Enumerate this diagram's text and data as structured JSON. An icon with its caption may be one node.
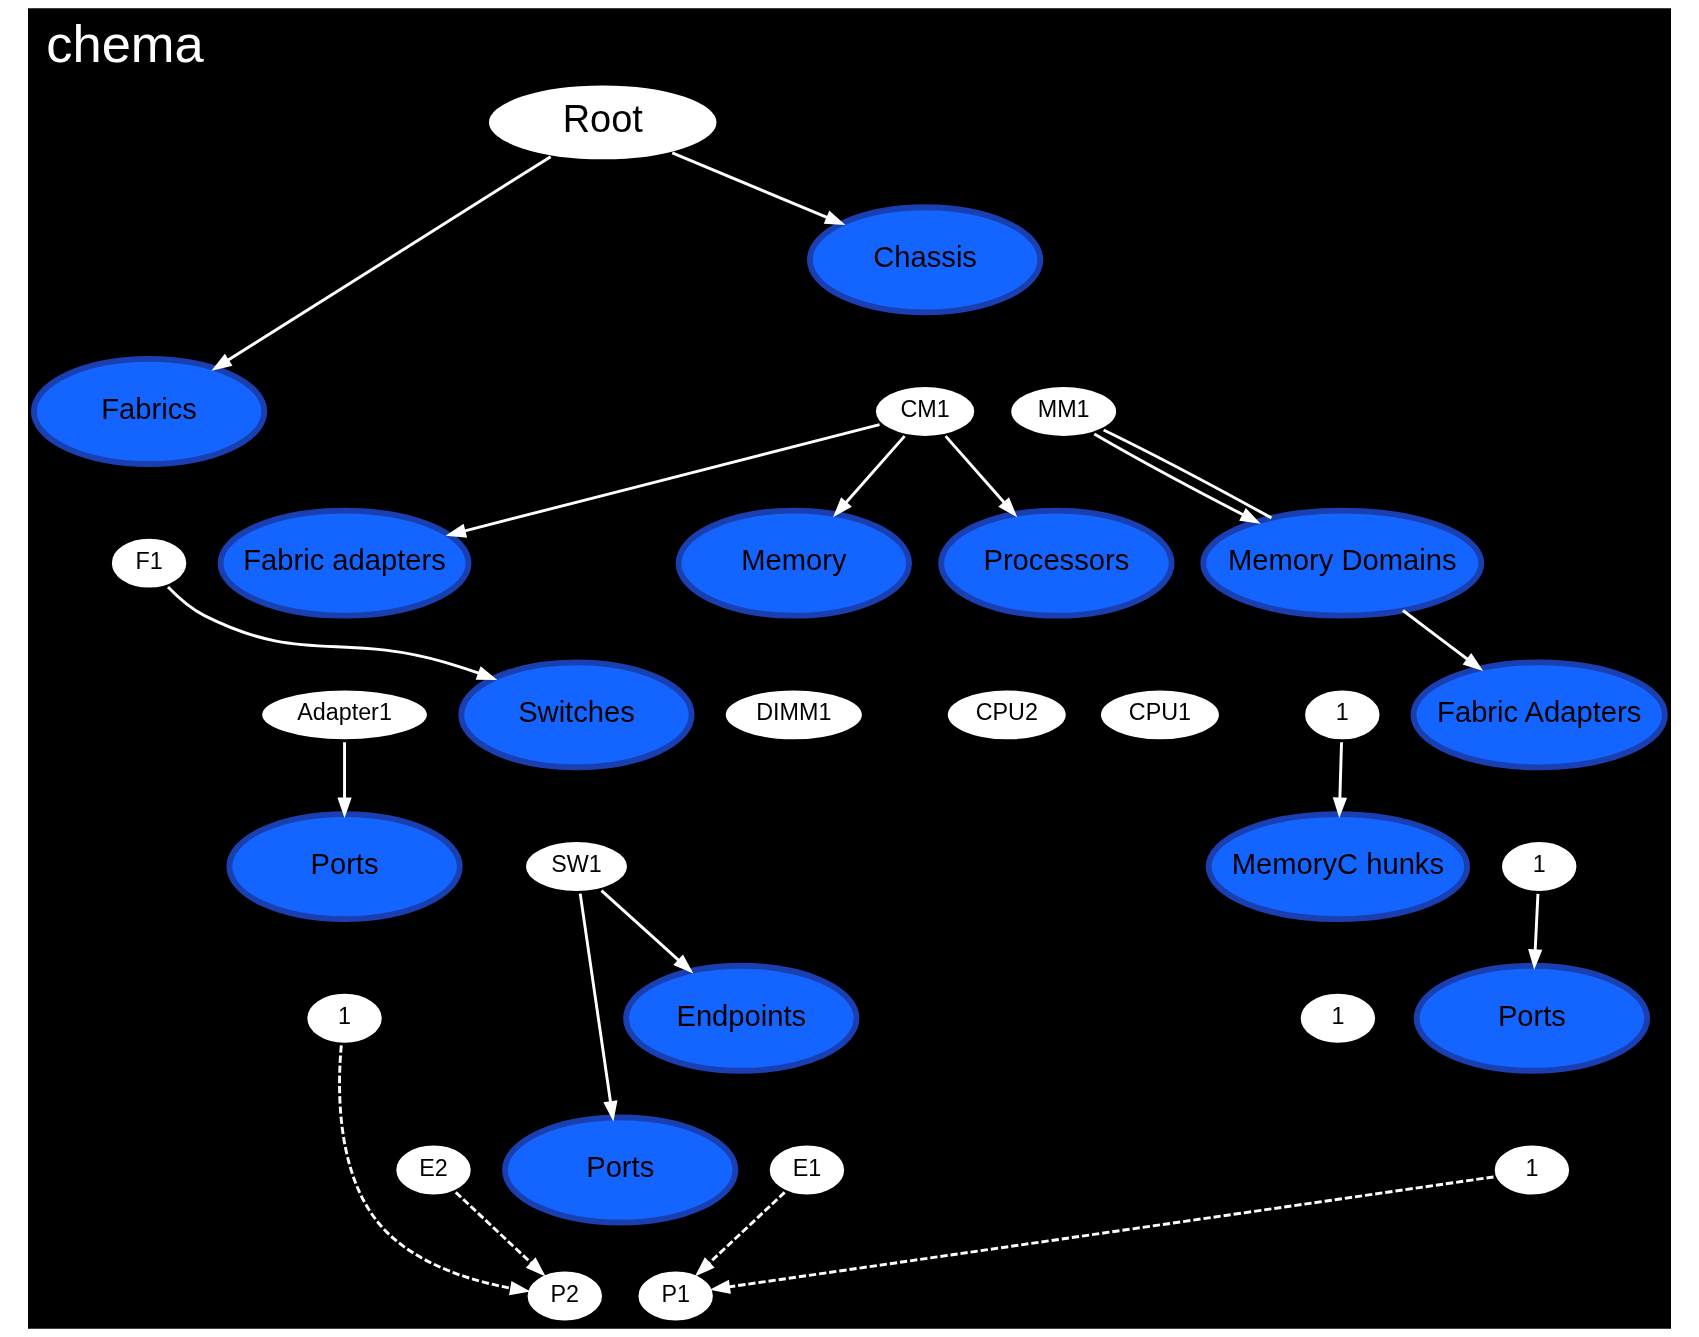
{
  "diagram": {
    "title": "chema",
    "nodes": [
      {
        "text": [
          "Root"
        ]
      },
      {
        "text": [
          "Fabrics"
        ]
      },
      {
        "text": [
          "F1"
        ]
      },
      {
        "text": [
          "Chassis"
        ]
      },
      {
        "text": [
          "CM1"
        ]
      },
      {
        "text": [
          "MM1"
        ]
      },
      {
        "text": [
          "Switches"
        ]
      },
      {
        "text": [
          "SW1"
        ]
      },
      {
        "text": [
          "Processors"
        ]
      },
      {
        "text": [
          "CPU1"
        ]
      },
      {
        "text": [
          "CPU2"
        ]
      },
      {
        "text": [
          "Memory"
        ]
      },
      {
        "text": [
          "DIMM1"
        ]
      },
      {
        "text": [
          "Memory Domains"
        ]
      },
      {
        "text": [
          "1"
        ]
      },
      {
        "text": [
          "MemoryC hunks"
        ]
      },
      {
        "text": [
          "1"
        ]
      },
      {
        "text": [
          "Endpoints"
        ]
      },
      {
        "text": [
          "E2"
        ]
      },
      {
        "text": [
          "E1"
        ]
      },
      {
        "text": [
          "Fabric adapters"
        ]
      },
      {
        "text": [
          "Adapter1"
        ]
      },
      {
        "text": [
          "Fabric Adapters"
        ]
      },
      {
        "text": [
          "1"
        ]
      },
      {
        "text": [
          "Ports"
        ]
      },
      {
        "text": [
          "1"
        ]
      },
      {
        "text": [
          "Ports"
        ]
      },
      {
        "text": [
          "1"
        ]
      },
      {
        "text": [
          "Ports"
        ]
      },
      {
        "text": [
          "P2"
        ]
      },
      {
        "text": [
          "P1"
        ]
      }
    ],
    "edges": [
      {
        "from": 0,
        "to": 1,
        "arrow": "to"
      },
      {
        "from": 0,
        "to": 3,
        "arrow": "to"
      },
      {
        "from": 2,
        "to": 6,
        "arrow": "to"
      },
      {
        "from": 4,
        "to": 8,
        "arrow": "to"
      },
      {
        "from": 4,
        "to": 11,
        "arrow": "to"
      },
      {
        "from": 4,
        "to": 20,
        "arrow": "to"
      },
      {
        "from": 5,
        "to": 13,
        "arrow": "to"
      },
      {
        "from": 5,
        "to": 13,
        "arrow": "none"
      },
      {
        "from": 14,
        "to": 15,
        "arrow": "to"
      },
      {
        "from": 13,
        "to": 22,
        "arrow": "to"
      },
      {
        "from": 7,
        "to": 28,
        "arrow": "to"
      },
      {
        "from": 7,
        "to": 17,
        "arrow": "to"
      },
      {
        "from": 21,
        "to": 24,
        "arrow": "to"
      },
      {
        "from": 23,
        "to": 26,
        "arrow": "to"
      },
      {
        "from": 18,
        "to": 29,
        "arrow": "to",
        "style": "dashed"
      },
      {
        "from": 19,
        "to": 30,
        "arrow": "to",
        "style": "dashed"
      },
      {
        "from": 25,
        "to": 29,
        "arrow": "to",
        "style": "dashed"
      },
      {
        "from": 27,
        "to": 30,
        "arrow": "to",
        "style": "dashed"
      }
    ]
  }
}
